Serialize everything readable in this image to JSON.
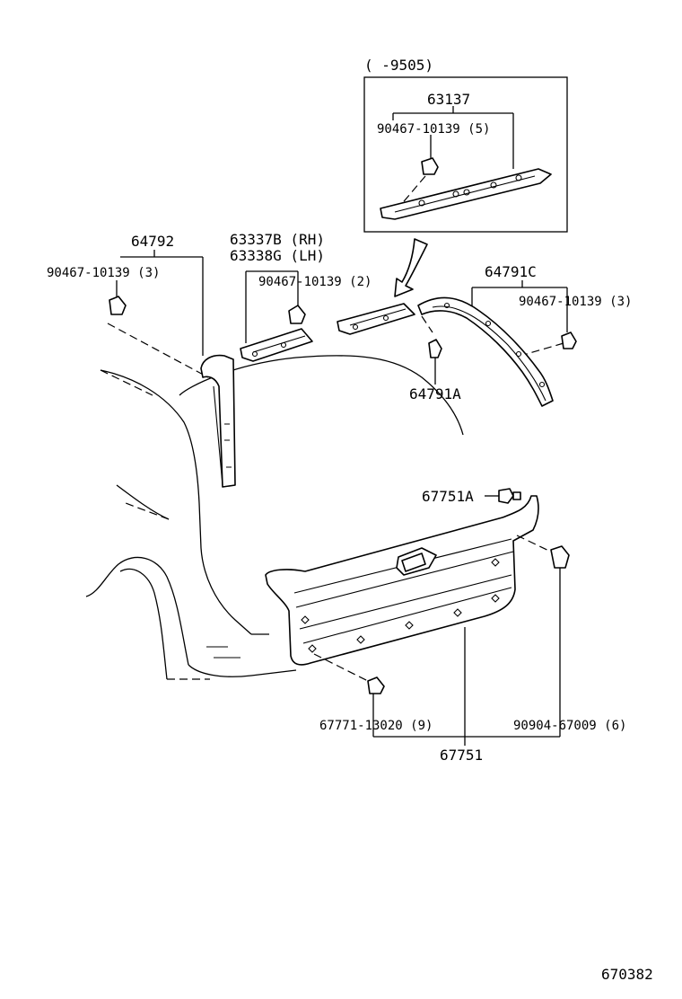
{
  "inset": {
    "range_label": "(      -9505)",
    "part_number": "63137",
    "clip_label": "90467-10139 (5)"
  },
  "labels": {
    "p64792": "64792",
    "p64792_clip": "90467-10139 (3)",
    "p63337b": "63337B (RH)",
    "p63338g": "63338G (LH)",
    "p6333x_clip": "90467-10139 (2)",
    "p64791c": "64791C",
    "p64791c_clip": "90467-10139 (3)",
    "p64791a": "64791A",
    "p67751a": "67751A",
    "p67771": "67771-13020 (9)",
    "p90904": "90904-67009 (6)",
    "p67751": "67751"
  },
  "figure_number": "670382"
}
